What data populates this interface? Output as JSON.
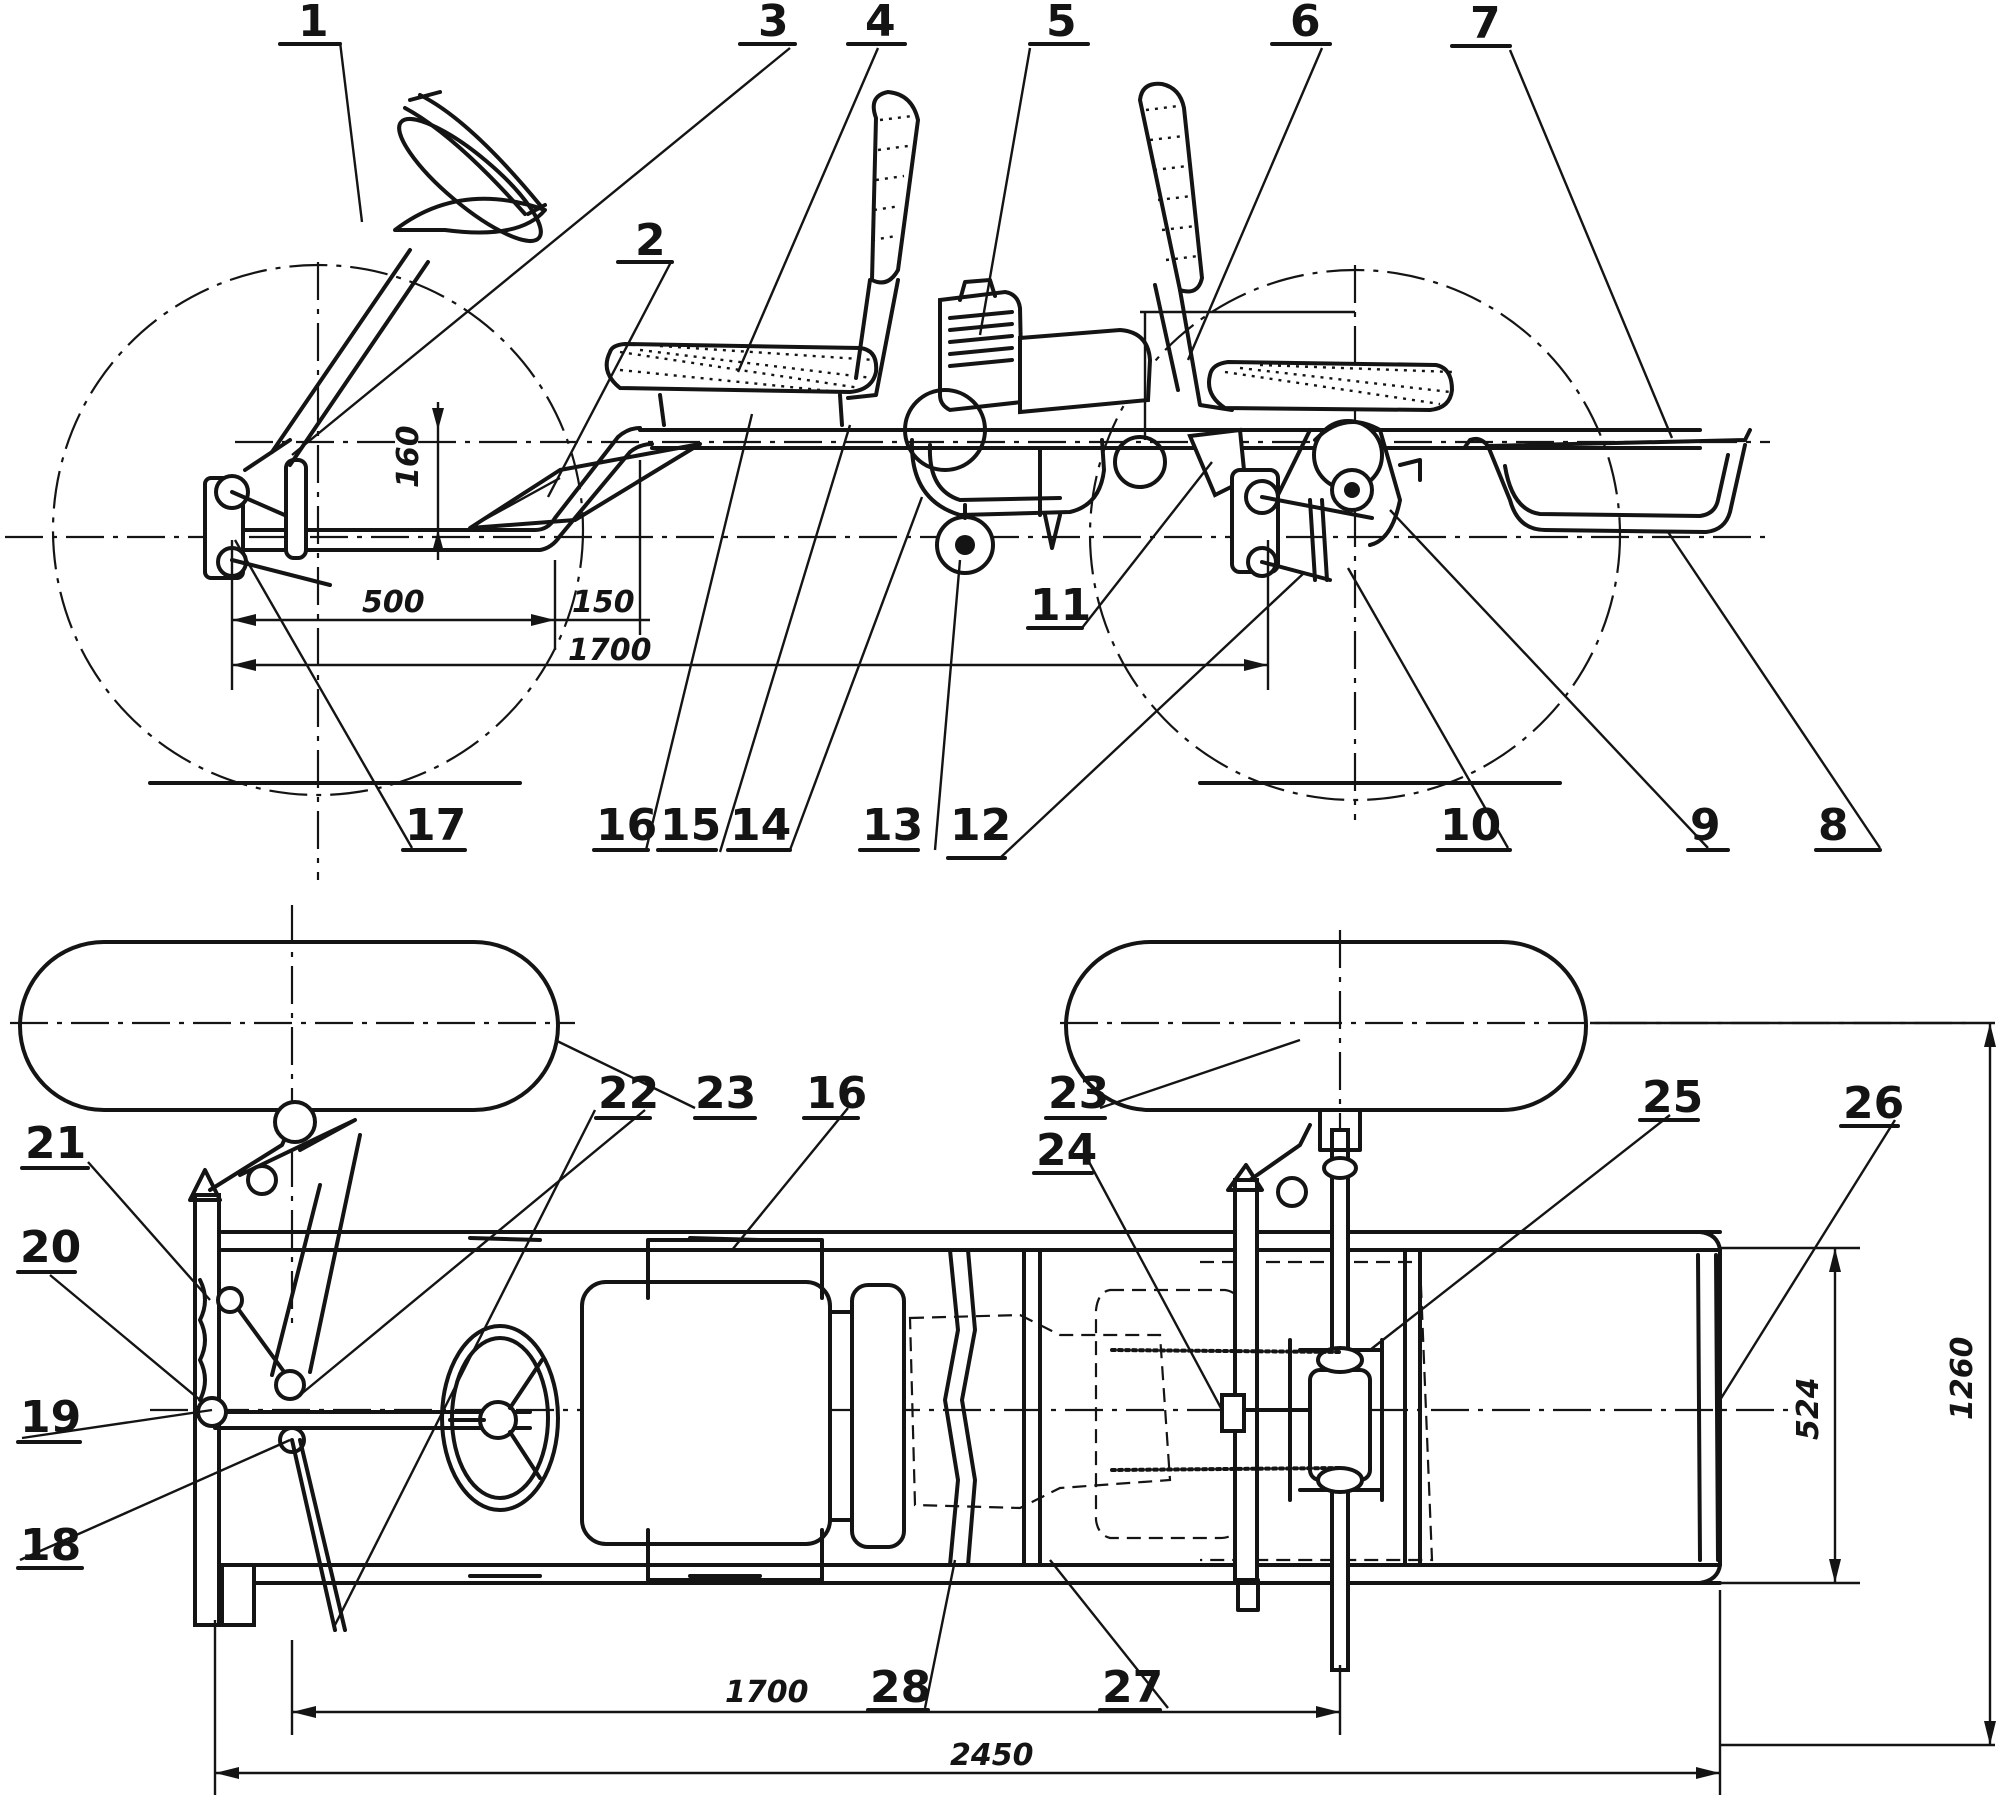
{
  "callouts": {
    "c1": "1",
    "c2": "2",
    "c3": "3",
    "c4": "4",
    "c5": "5",
    "c6": "6",
    "c7": "7",
    "c8": "8",
    "c9": "9",
    "c10": "10",
    "c11": "11",
    "c12": "12",
    "c13": "13",
    "c14": "14",
    "c15": "15",
    "c16": "16",
    "c17": "17",
    "c16b": "16",
    "c18": "18",
    "c19": "19",
    "c20": "20",
    "c21": "21",
    "c22": "22",
    "c23a": "23",
    "c23b": "23",
    "c24": "24",
    "c25": "25",
    "c26": "26",
    "c27": "27",
    "c28": "28"
  },
  "dimensions": {
    "side_height": "160",
    "side_500": "500",
    "side_150": "150",
    "side_wheelbase": "1700",
    "plan_wheelbase": "1700",
    "plan_length": "2450",
    "plan_frame_width": "524",
    "plan_track": "1260"
  }
}
